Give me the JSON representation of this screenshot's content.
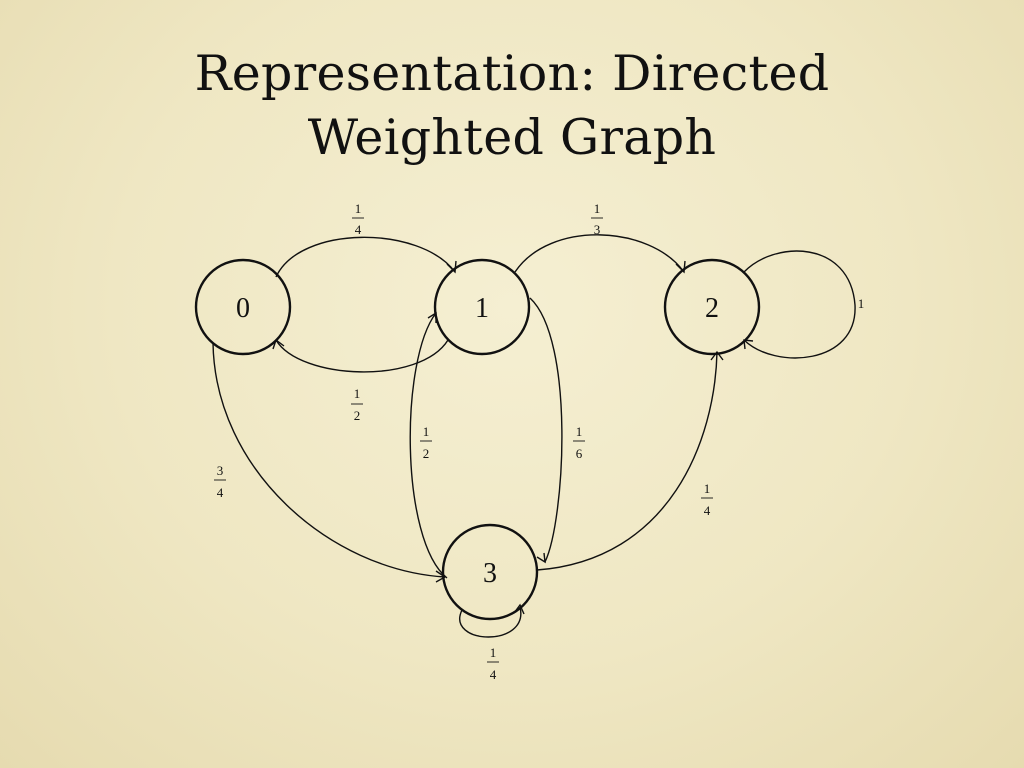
{
  "title": {
    "line1": "Representation: Directed",
    "line2": "Weighted Graph"
  },
  "nodes": [
    {
      "id": "n0",
      "label": "0"
    },
    {
      "id": "n1",
      "label": "1"
    },
    {
      "id": "n2",
      "label": "2"
    },
    {
      "id": "n3",
      "label": "3"
    }
  ],
  "edges": [
    {
      "from": "0",
      "to": "1",
      "weight_num": "1",
      "weight_den": "4"
    },
    {
      "from": "1",
      "to": "0",
      "weight_num": "1",
      "weight_den": "2"
    },
    {
      "from": "1",
      "to": "2",
      "weight_num": "1",
      "weight_den": "3"
    },
    {
      "from": "2",
      "to": "2",
      "weight": "1"
    },
    {
      "from": "0",
      "to": "3",
      "weight_num": "3",
      "weight_den": "4"
    },
    {
      "from": "3",
      "to": "1",
      "weight_num": "1",
      "weight_den": "2"
    },
    {
      "from": "1",
      "to": "3",
      "weight_num": "1",
      "weight_den": "6"
    },
    {
      "from": "3",
      "to": "2",
      "weight_num": "1",
      "weight_den": "4"
    },
    {
      "from": "3",
      "to": "3",
      "weight_num": "1",
      "weight_den": "4"
    }
  ]
}
